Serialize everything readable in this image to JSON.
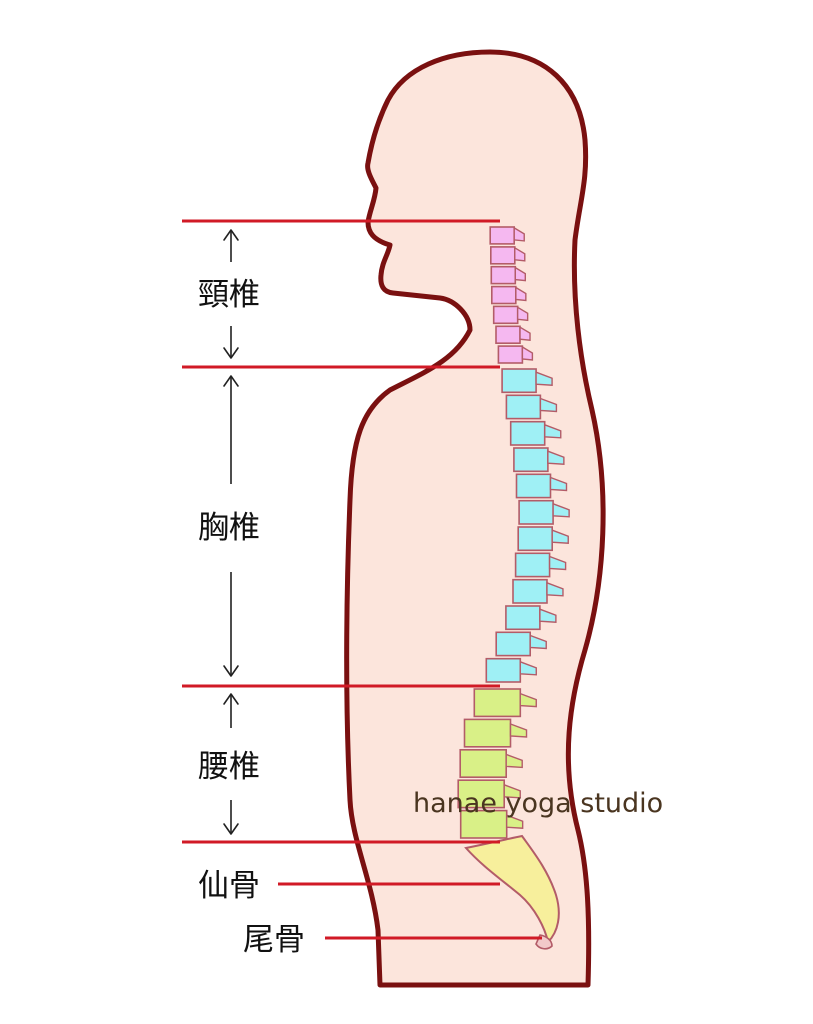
{
  "diagram": {
    "regions": [
      {
        "id": "cervical",
        "label": "頸椎",
        "vertebrae": 7,
        "color": "#f5b8f0"
      },
      {
        "id": "thoracic",
        "label": "胸椎",
        "vertebrae": 12,
        "color": "#9ff0f5"
      },
      {
        "id": "lumbar",
        "label": "腰椎",
        "vertebrae": 5,
        "color": "#d9f087"
      }
    ],
    "sacrum": {
      "label": "仙骨",
      "color": "#f7ef9c"
    },
    "coccyx": {
      "label": "尾骨",
      "color": "#f2c9c9"
    },
    "watermark": "hanae yoga studio",
    "colors": {
      "body_fill": "#fce5dc",
      "body_outline": "#7a1010",
      "boundary_line": "#d11a26",
      "vertebra_outline": "#b35c68"
    }
  }
}
